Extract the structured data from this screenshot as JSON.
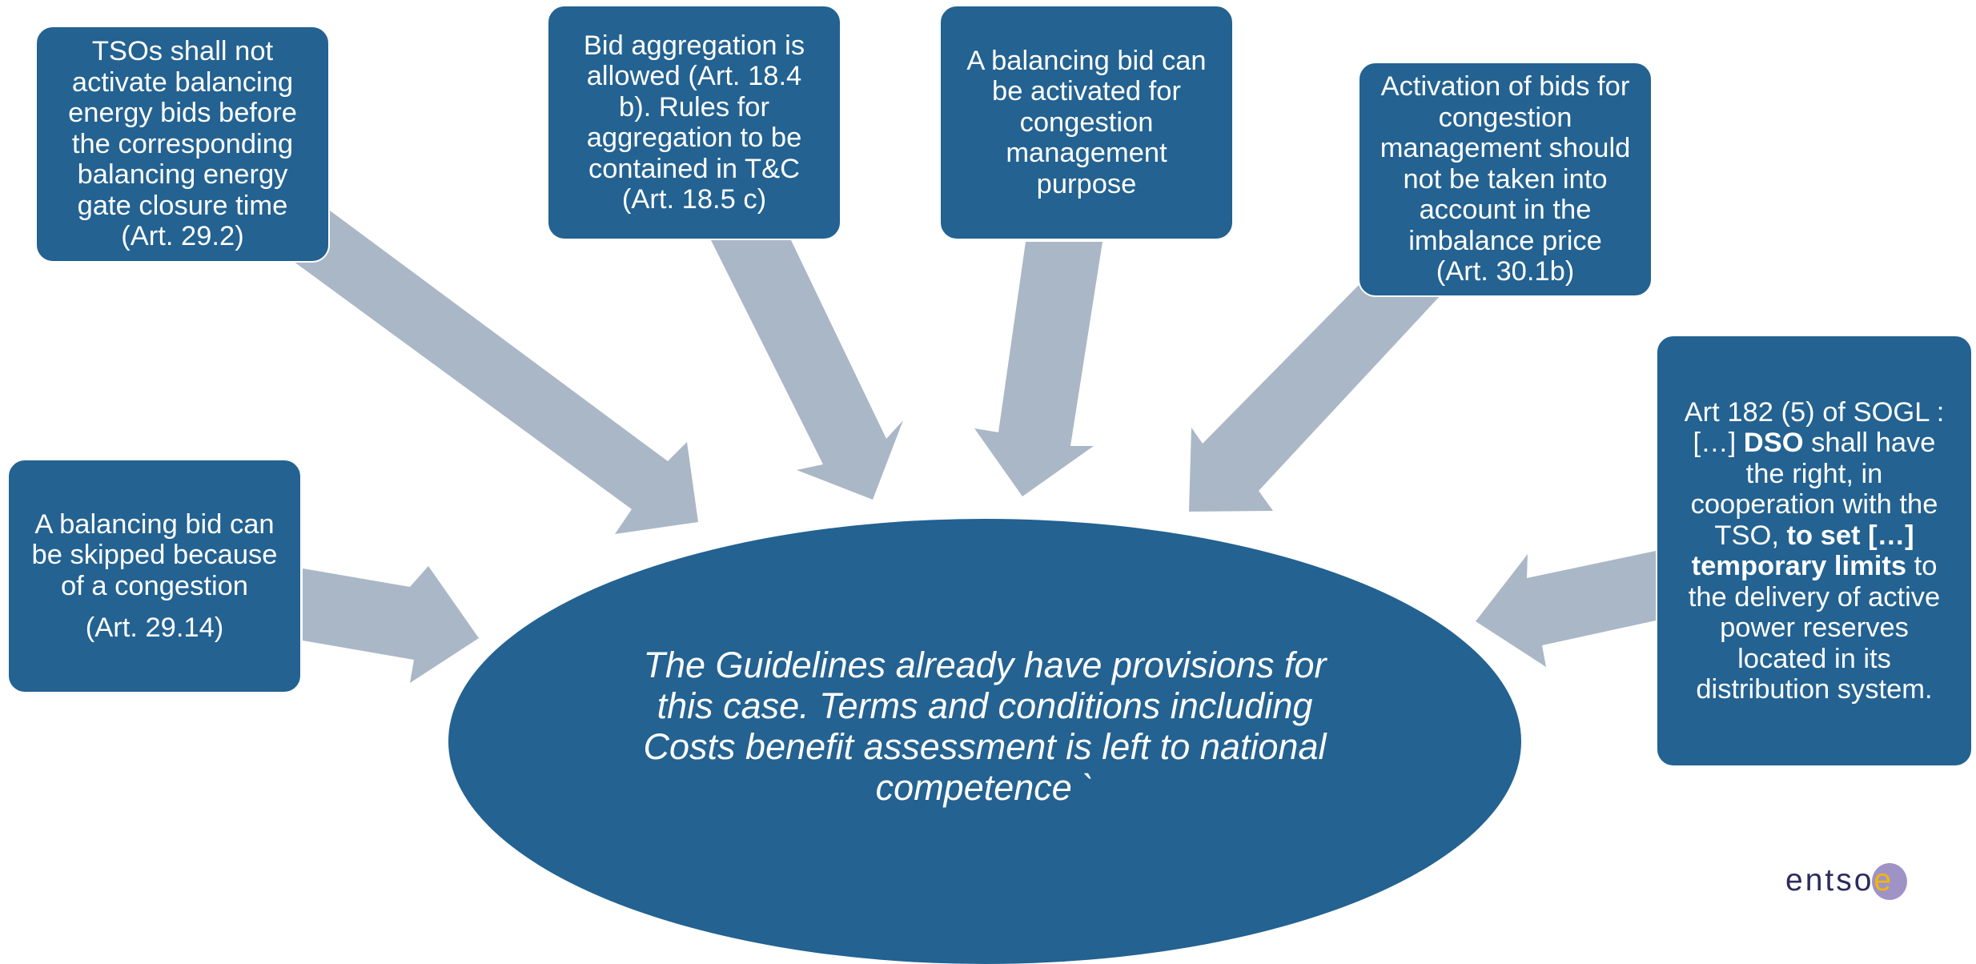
{
  "colors": {
    "box_fill": "#236291",
    "box_text": "#ffffff",
    "arrow": "#aab7c6",
    "logo_accent": "#f2b705",
    "logo_circle": "#9f93c6",
    "logo_text": "#2b2b5e"
  },
  "boxes": {
    "tso_gate_closure": [
      "TSOs shall not",
      "activate balancing",
      "energy bids before",
      "the corresponding",
      "balancing energy",
      "gate closure time",
      "(Art. 29.2)"
    ],
    "bid_aggregation": [
      "Bid aggregation is",
      "allowed (Art. 18.4",
      "b). Rules for",
      "aggregation to be",
      "contained in T&C",
      "(Art. 18.5 c)"
    ],
    "congestion_purpose": [
      "A balancing bid can",
      "be activated for",
      "congestion",
      "management",
      "purpose"
    ],
    "imbalance_price": [
      "Activation of bids for",
      "congestion",
      "management should",
      "not be taken into",
      "account in the",
      "imbalance price",
      "(Art. 30.1b)"
    ],
    "skipped_bid": [
      "A balancing bid can",
      "be skipped because",
      "of a congestion"
    ],
    "skipped_bid_ref": "(Art. 29.14)",
    "sogl": {
      "line1": "Art 182 (5) of SOGL  :",
      "line2_pre": "[…]  ",
      "line2_bold": "DSO",
      "line2_post": " shall have",
      "line3": "the right, in",
      "line4": "cooperation with the",
      "line5_pre": "TSO, ",
      "line5_bold": "to set […]",
      "line6_bold": "temporary limits",
      "line6_post": " to",
      "line7": "the delivery of active",
      "line8": "power reserves",
      "line9": "located in its",
      "line10": "distribution system."
    }
  },
  "center": [
    "The Guidelines already have provisions for",
    "this case. Terms and conditions including",
    "Costs benefit assessment is left to national",
    "competence `"
  ],
  "logo": {
    "text": "entso",
    "accent_letter": "e"
  }
}
